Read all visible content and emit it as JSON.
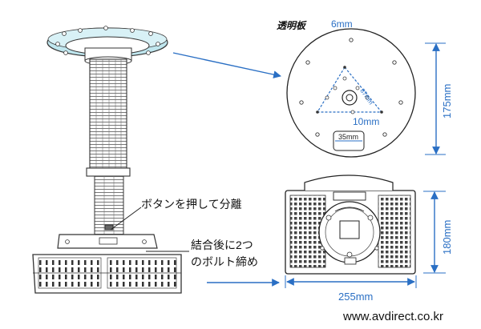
{
  "labels": {
    "transparent_plate": "透明板",
    "dim_6mm": "6mm",
    "dim_87mm": "87mm",
    "dim_10mm": "10mm",
    "dim_35mm": "35mm",
    "dim_175mm": "175mm",
    "dim_180mm": "180mm",
    "dim_255mm": "255mm",
    "button_release": "ボタンを押して分離",
    "bolt_line1": "結合後に2つ",
    "bolt_line2": "のボルト締め"
  },
  "footer": {
    "url": "www.avdirect.co.kr"
  },
  "colors": {
    "accent_blue": "#2a6fc4",
    "ring_cyan": "#bfe6ee",
    "line_dark": "#222222"
  }
}
